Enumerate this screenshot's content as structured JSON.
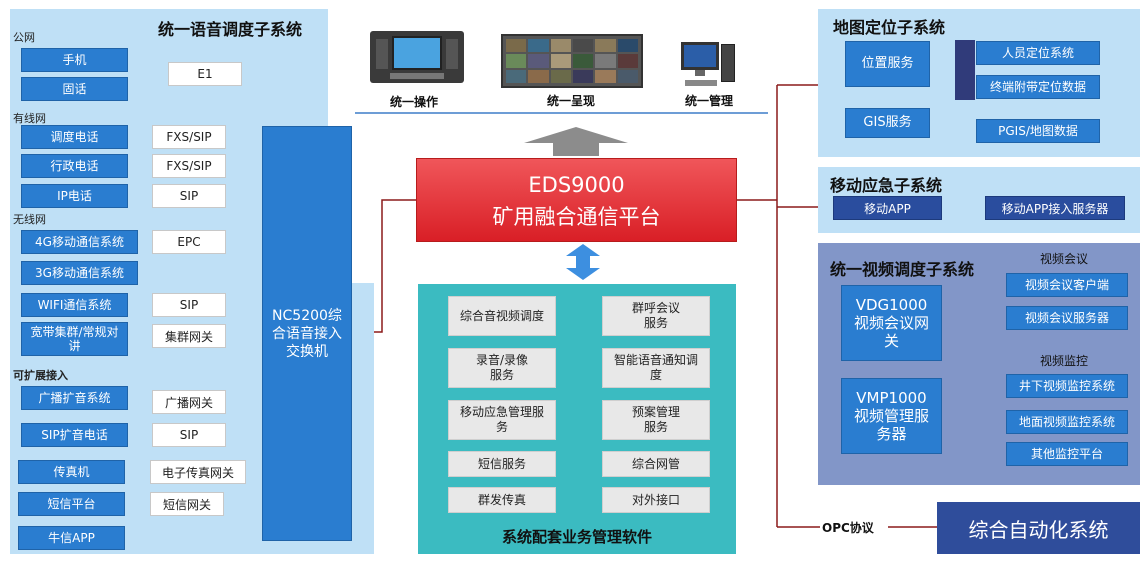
{
  "voice": {
    "title": "统一语音调度子系统",
    "groups": {
      "public": "公网",
      "wired": "有线网",
      "wireless": "无线网",
      "ext": "可扩展接入"
    },
    "endpoints": [
      "手机",
      "固话",
      "调度电话",
      "行政电话",
      "IP电话",
      "4G移动通信系统",
      "3G移动通信系统",
      "WIFI通信系统",
      "宽带集群/常规对讲",
      "广播扩音系统",
      "SIP扩音电话",
      "传真机",
      "短信平台",
      "牛信APP"
    ],
    "protocols": [
      "E1",
      "FXS/SIP",
      "FXS/SIP",
      "SIP",
      "EPC",
      "SIP",
      "集群网关",
      "广播网关",
      "SIP",
      "电子传真网关",
      "短信网关"
    ],
    "switch": "NC5200综合语音接入交换机"
  },
  "center": {
    "devices": [
      "统一操作",
      "统一呈现",
      "统一管理"
    ],
    "platform_line1": "EDS9000",
    "platform_line2": "矿用融合通信平台",
    "software_title": "系统配套业务管理软件",
    "modules": [
      "综合音视频调度",
      "群呼会议服务",
      "录音/录像服务",
      "智能语音通知调度",
      "移动应急管理服务",
      "预案管理服务",
      "短信服务",
      "综合网管",
      "群发传真",
      "对外接口"
    ]
  },
  "map": {
    "title": "地图定位子系统",
    "position_service": "位置服务",
    "gis_service": "GIS服务",
    "items": [
      "人员定位系统",
      "终端附带定位数据",
      "PGIS/地图数据"
    ]
  },
  "mobile": {
    "title": "移动应急子系统",
    "app": "移动APP",
    "server": "移动APP接入服务器"
  },
  "video": {
    "title": "统一视频调度子系统",
    "conf_label": "视频会议",
    "mon_label": "视频监控",
    "vdg": "VDG1000视频会议网关",
    "vmp": "VMP1000视频管理服务器",
    "conf_items": [
      "视频会议客户端",
      "视频会议服务器"
    ],
    "mon_items": [
      "井下视频监控系统",
      "地面视频监控系统",
      "其他监控平台"
    ]
  },
  "auto": {
    "opc": "OPC协议",
    "name": "综合自动化系统"
  }
}
